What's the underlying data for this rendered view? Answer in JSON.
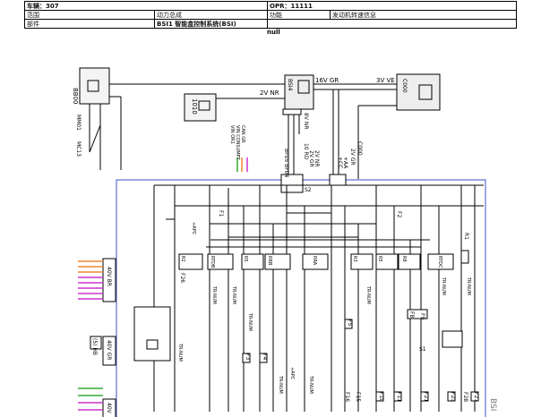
{
  "header": {
    "vehicle": "车辆：307",
    "opr": "OPR：11111",
    "scope_label": "范围",
    "scope_value": "动力总成",
    "function_label": "功能",
    "function_value": "发动机转速信息",
    "part_label": "部件",
    "part_value": "BSI1 智能盒控制系统(BSI)"
  },
  "null_note": "null",
  "components": {
    "battery": "BB00",
    "diag_box": "1010",
    "bsi_conn": "BSI4",
    "c_conn": "C000",
    "ground_labels": [
      "MM01",
      "MC13"
    ],
    "bsi_side": "BSI"
  },
  "wire_labels": {
    "top_gr": "16V GR",
    "top_ve": "3V VE",
    "nr_2v": "2V NR",
    "nr_8v": "8V NR",
    "rd_10": "10 RD",
    "gr_2v": "2V GR",
    "nr_2v_b": "2V NR",
    "cc": "+CC",
    "aa": "+AA",
    "gr_2v_b": "2V GR",
    "c000": "C000",
    "bf": "BF05 BF04",
    "vert_labels": [
      "VIN OR1",
      "VIN CONSUMPT",
      "CAN GR"
    ],
    "left_bb": "40V BR",
    "left_gr": "40V GR",
    "left_hb": "(5) HB",
    "left_40v": "40V"
  },
  "relays": [
    "R2",
    "RTDB",
    "R5",
    "RRB",
    "RRA",
    "R3",
    "R5",
    "R8",
    "RTDC"
  ],
  "fuses": [
    "F1",
    "F2",
    "F3",
    "F4",
    "F5",
    "F8",
    "F9",
    "F10",
    "F11",
    "F15",
    "F16",
    "F21",
    "F23",
    "F26",
    "F27",
    "F28"
  ],
  "misc": {
    "trnum": "TR-NUM",
    "apc": "+APC",
    "s1": "S1",
    "s2": "S2",
    "r1": "R1"
  }
}
